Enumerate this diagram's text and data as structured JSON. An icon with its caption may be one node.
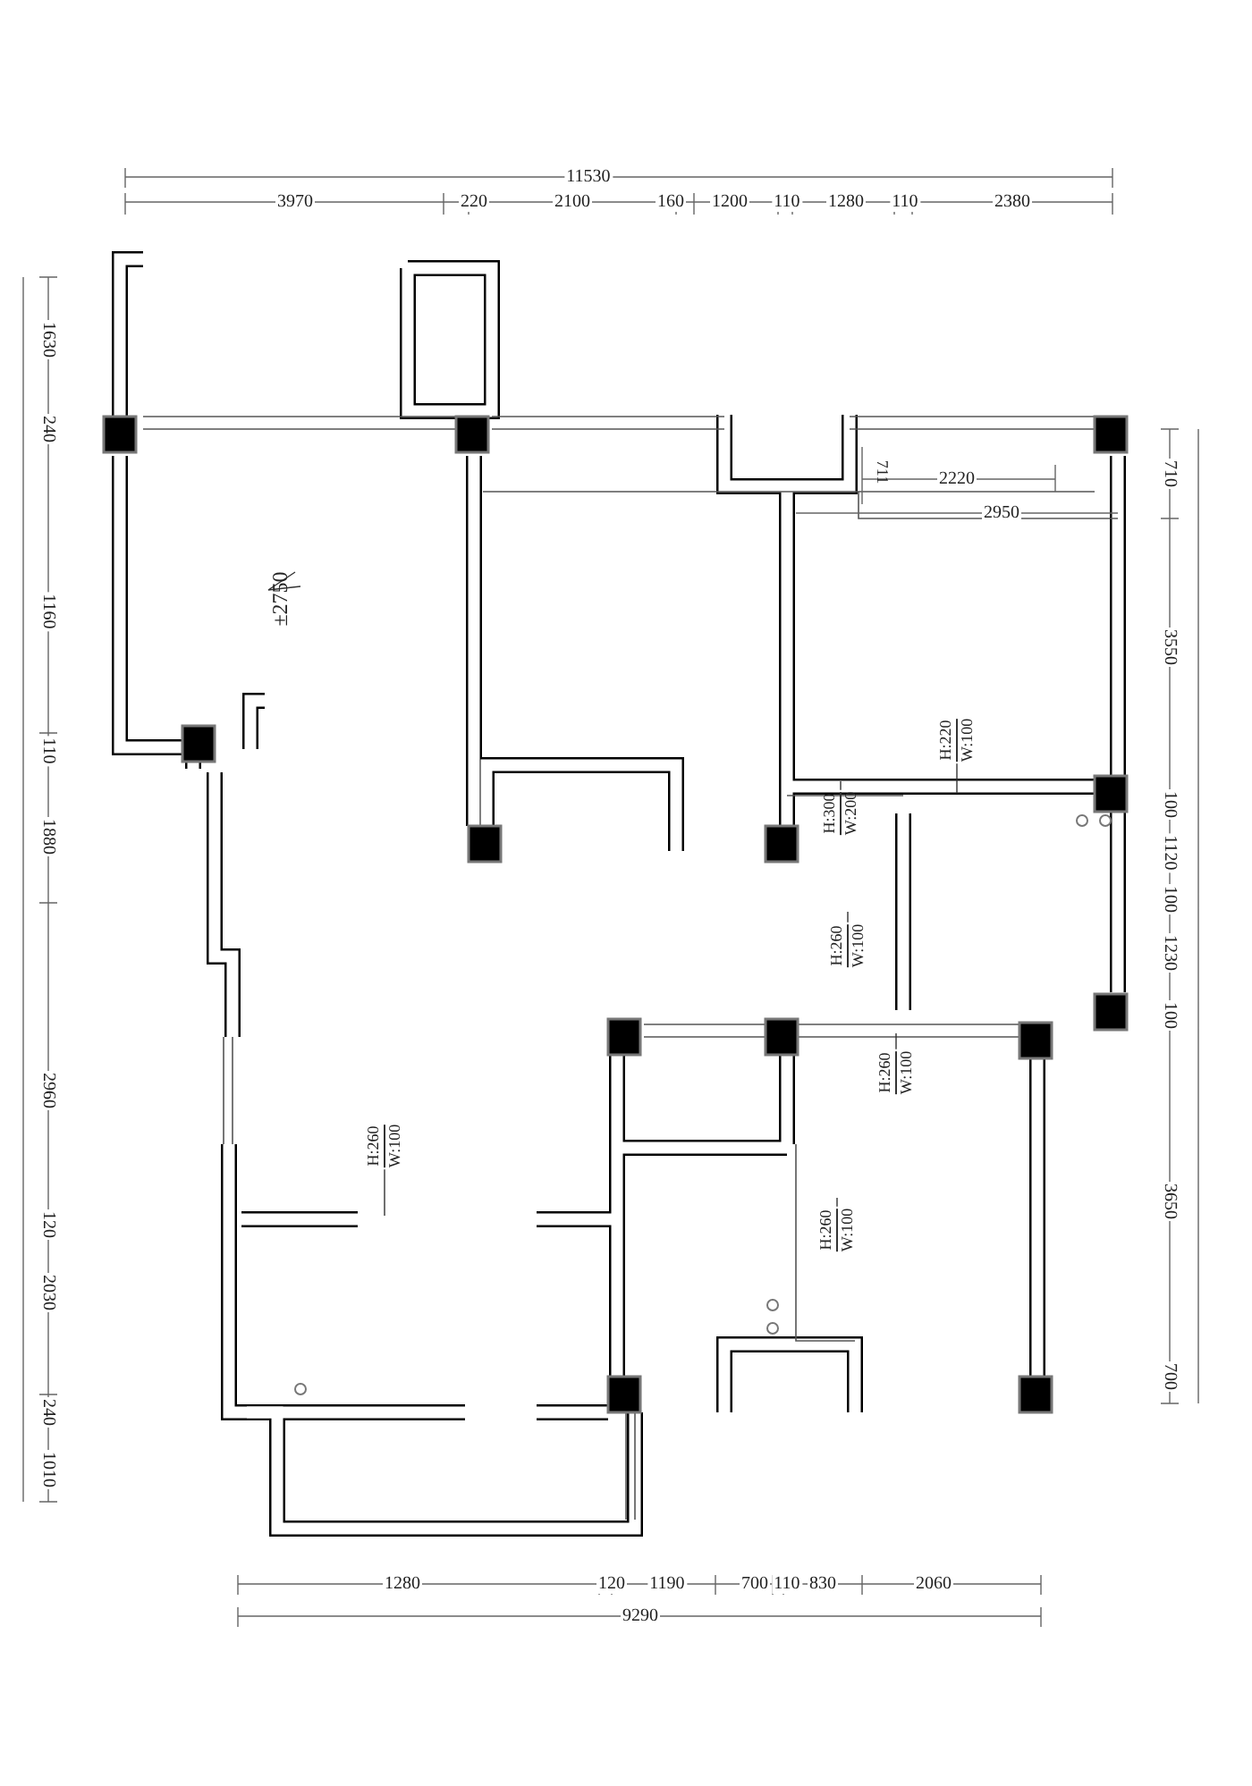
{
  "diagram": {
    "nodes": [
      {
        "text": [
          "H:220",
          "W:100"
        ]
      },
      {
        "text": [
          "H:300",
          "W:200"
        ]
      },
      {
        "text": [
          "H:260",
          "W:100"
        ]
      },
      {
        "text": [
          "H:260",
          "W:100"
        ]
      },
      {
        "text": [
          "H:260",
          "W:100"
        ]
      },
      {
        "text": [
          "H:260",
          "W:100"
        ]
      }
    ],
    "edges": [
      {
        "from": 0,
        "to": null,
        "arrow": "none"
      },
      {
        "from": 1,
        "to": null,
        "arrow": "none"
      },
      {
        "from": 2,
        "to": null,
        "arrow": "none"
      },
      {
        "from": 3,
        "to": null,
        "arrow": "none"
      },
      {
        "from": 4,
        "to": null,
        "arrow": "none"
      },
      {
        "from": 5,
        "to": null,
        "arrow": "none"
      }
    ],
    "labels": [
      "11530",
      "3970",
      "220",
      "2100",
      "160",
      "1200",
      "110",
      "1280",
      "110",
      "2380",
      "1630",
      "240",
      "1160",
      "110",
      "1880",
      "2960",
      "120",
      "2030",
      "240",
      "1010",
      "710",
      "3550",
      "100",
      "1120",
      "100",
      "1230",
      "100",
      "3650",
      "700",
      "±2750",
      "711",
      "2220",
      "2950",
      "1280",
      "120",
      "1190",
      "700",
      "110",
      "830",
      "2060",
      "9290"
    ]
  }
}
